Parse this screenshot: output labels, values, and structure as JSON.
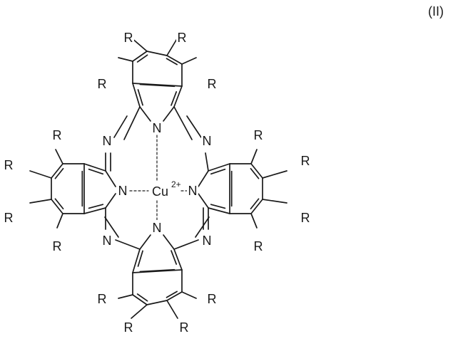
{
  "figure": {
    "formula_number": "(II)",
    "metal_center": {
      "element": "Cu",
      "charge": "2+"
    },
    "atom_labels": {
      "substituent": "R",
      "nitrogen": "N"
    }
  }
}
